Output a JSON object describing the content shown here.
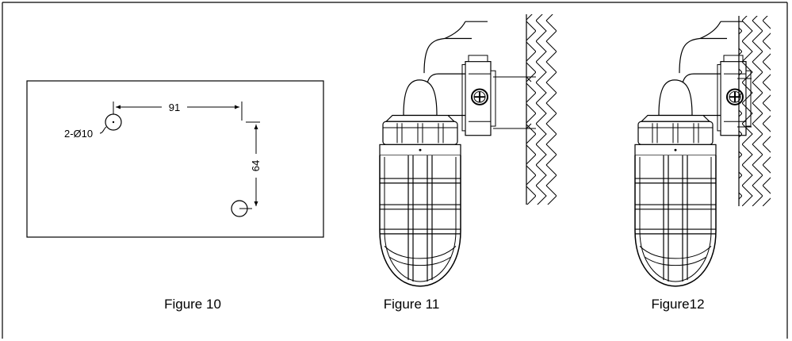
{
  "figures": [
    {
      "caption": "Figure 10",
      "dim_horizontal": "91",
      "dim_vertical": "64",
      "hole_label": "2-Ø10"
    },
    {
      "caption": "Figure 11"
    },
    {
      "caption": "Figure12"
    }
  ],
  "colors": {
    "line": "#000000",
    "background": "#ffffff"
  }
}
